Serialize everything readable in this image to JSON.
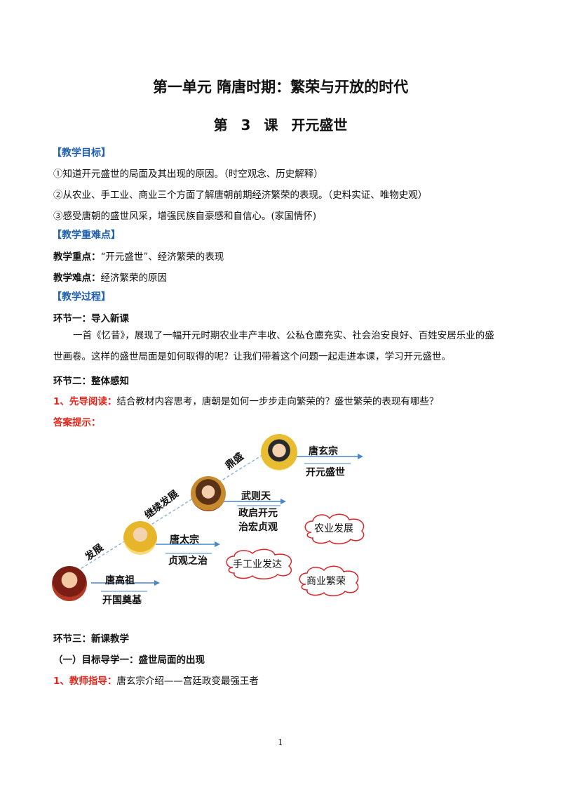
{
  "title": {
    "unit": "第一单元  隋唐时期：繁荣与开放的时代",
    "lesson": "第 3 课   开元盛世"
  },
  "goals": {
    "header": "【教学目标】",
    "items": [
      "①知道开元盛世的局面及其出现的原因。（时空观念、历史解释）",
      "②从农业、手工业、商业三个方面了解唐朝前期经济繁荣的表现。（史料实证、唯物史观）",
      "③感受唐朝的盛世风采，增强民族自豪感和自信心。(家国情怀)"
    ]
  },
  "key_points": {
    "header": "【教学重难点】",
    "focus_label": "教学重点：",
    "focus_text": "“开元盛世”、经济繁荣的表现",
    "difficulty_label": "教学难点：",
    "difficulty_text": "经济繁荣的原因"
  },
  "process": {
    "header": "【教学过程】",
    "step1_title": "环节一：导入新课",
    "step1_para": "一首《忆昔》，展现了一幅开元时期农业丰产丰收、公私仓廪充实、社会治安良好、百姓安居乐业的盛世画卷。这样的盛世局面是如何取得的呢？让我们带着这个问题一起走进本课，学习开元盛世。",
    "step2_title": "环节二：整体感知",
    "preread_label": "1、先导阅读：",
    "preread_text": "结合教材内容思考，唐朝是如何一步步走向繁荣的？盛世繁荣的表现有哪些？",
    "answer_label": "答案提示：",
    "step3_title": "环节三：新课教学",
    "subsection": "（一）目标导学一：盛世局面的出现",
    "teacher_label": "1、教师指导：",
    "teacher_text": "唐玄宗介绍——宫廷政变最强王者"
  },
  "diagram": {
    "stages": [
      "发展",
      "继续发展",
      "鼎盛"
    ],
    "emperors": [
      {
        "name": "唐高祖",
        "desc": "开国奠基"
      },
      {
        "name": "唐太宗",
        "desc": "贞观之治"
      },
      {
        "name": "武则天",
        "desc1": "政启开元",
        "desc2": "治宏贞观"
      },
      {
        "name": "唐玄宗",
        "desc": "开元盛世"
      }
    ],
    "clouds": [
      "农业发展",
      "手工业发达",
      "商业繁荣"
    ],
    "colors": {
      "line": "#4a86c8",
      "cloud": "#d8262b"
    }
  },
  "page_number": "1"
}
